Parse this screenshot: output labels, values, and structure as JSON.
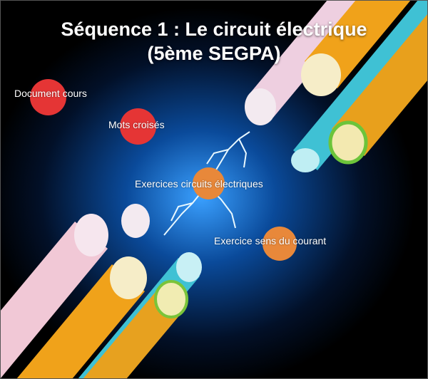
{
  "title_line1": "Séquence 1 : Le circuit électrique",
  "title_line2": "(5ème SEGPA)",
  "hotspots": [
    {
      "label": "Document cours",
      "color": "#e53535"
    },
    {
      "label": "Mots croisés",
      "color": "#e53535"
    },
    {
      "label": "Exercices circuits électriques",
      "color": "#e8883a"
    },
    {
      "label": "Exercice sens du courant",
      "color": "#e8883a"
    }
  ]
}
